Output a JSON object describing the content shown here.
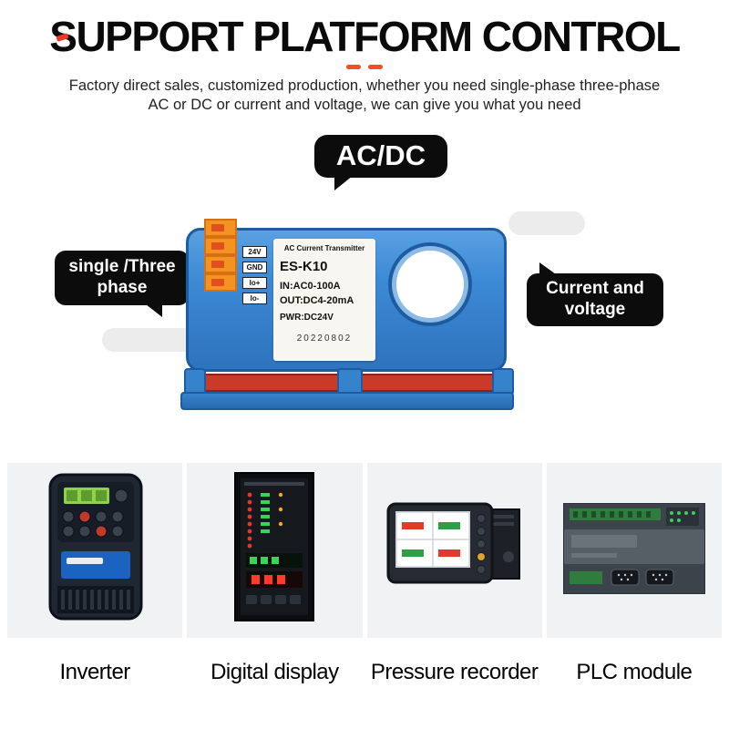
{
  "header": {
    "title": "SUPPORT PLATFORM CONTROL",
    "subtitle_line1": "Factory direct sales, customized production, whether you need single-phase three-phase",
    "subtitle_line2": "AC or DC or current and voltage, we can give you what you need"
  },
  "callouts": {
    "acdc": "AC/DC",
    "left_line1": "single /Three",
    "left_line2": "phase",
    "right_line1": "Current and",
    "right_line2": "voltage"
  },
  "device": {
    "label_title": "AC Current  Transmitter",
    "model": "ES-K10",
    "input": "IN:AC0-100A",
    "output": "OUT:DC4-20mA",
    "power": "PWR:DC24V",
    "date": "20220802",
    "terminals": [
      "24V",
      "GND",
      "Io+",
      "Io-"
    ]
  },
  "products": [
    {
      "name": "Inverter"
    },
    {
      "name": "Digital display"
    },
    {
      "name": "Pressure recorder"
    },
    {
      "name": "PLC module"
    }
  ],
  "colors": {
    "accent_red": "#e8382a",
    "accent_orange": "#f04e23",
    "bubble_black": "#0c0c0c",
    "device_blue": "#3d8ad6",
    "din_rail_red": "#c93a28",
    "terminal_orange": "#f39322",
    "card_gray": "#f1f2f4"
  }
}
